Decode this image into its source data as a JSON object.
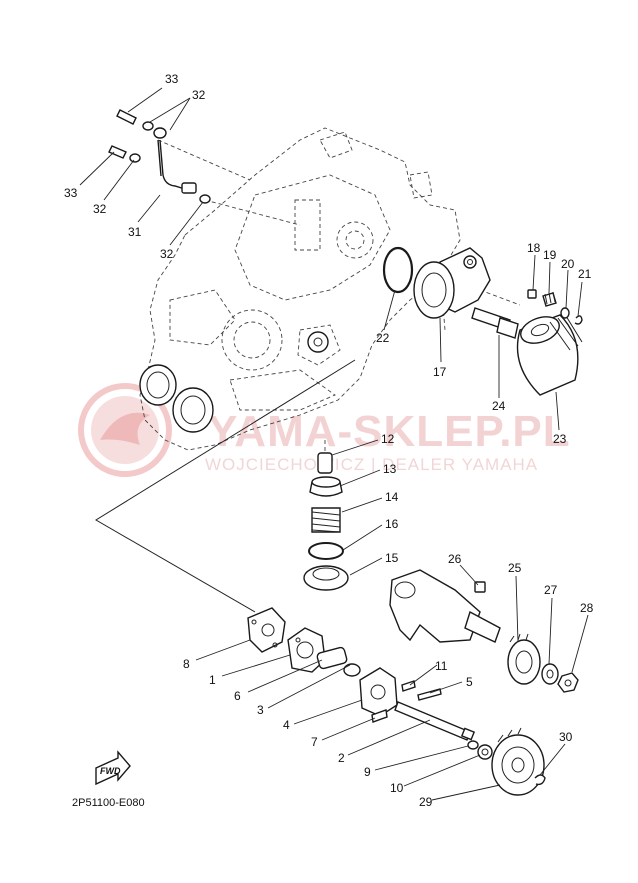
{
  "figure_code": "2P51100-E080",
  "fwd_label": "FWD",
  "watermark": {
    "brand": "YAMA-SKLEP.PL",
    "subtitle": "WOJCIECHOWICZ | DEALER YAMAHA"
  },
  "callouts": [
    {
      "id": "c33a",
      "label": "33"
    },
    {
      "id": "c32a",
      "label": "32"
    },
    {
      "id": "c33b",
      "label": "33"
    },
    {
      "id": "c32b",
      "label": "32"
    },
    {
      "id": "c31",
      "label": "31"
    },
    {
      "id": "c32c",
      "label": "32"
    },
    {
      "id": "c22",
      "label": "22"
    },
    {
      "id": "c17",
      "label": "17"
    },
    {
      "id": "c18",
      "label": "18"
    },
    {
      "id": "c19",
      "label": "19"
    },
    {
      "id": "c20",
      "label": "20"
    },
    {
      "id": "c21",
      "label": "21"
    },
    {
      "id": "c24",
      "label": "24"
    },
    {
      "id": "c23",
      "label": "23"
    },
    {
      "id": "c12",
      "label": "12"
    },
    {
      "id": "c13",
      "label": "13"
    },
    {
      "id": "c14",
      "label": "14"
    },
    {
      "id": "c16",
      "label": "16"
    },
    {
      "id": "c15",
      "label": "15"
    },
    {
      "id": "c26",
      "label": "26"
    },
    {
      "id": "c25",
      "label": "25"
    },
    {
      "id": "c27",
      "label": "27"
    },
    {
      "id": "c28",
      "label": "28"
    },
    {
      "id": "c8",
      "label": "8"
    },
    {
      "id": "c1",
      "label": "1"
    },
    {
      "id": "c6",
      "label": "6"
    },
    {
      "id": "c3",
      "label": "3"
    },
    {
      "id": "c4",
      "label": "4"
    },
    {
      "id": "c11",
      "label": "11"
    },
    {
      "id": "c5",
      "label": "5"
    },
    {
      "id": "c7",
      "label": "7"
    },
    {
      "id": "c2",
      "label": "2"
    },
    {
      "id": "c9",
      "label": "9"
    },
    {
      "id": "c10",
      "label": "10"
    },
    {
      "id": "c30",
      "label": "30"
    },
    {
      "id": "c29",
      "label": "29"
    }
  ]
}
